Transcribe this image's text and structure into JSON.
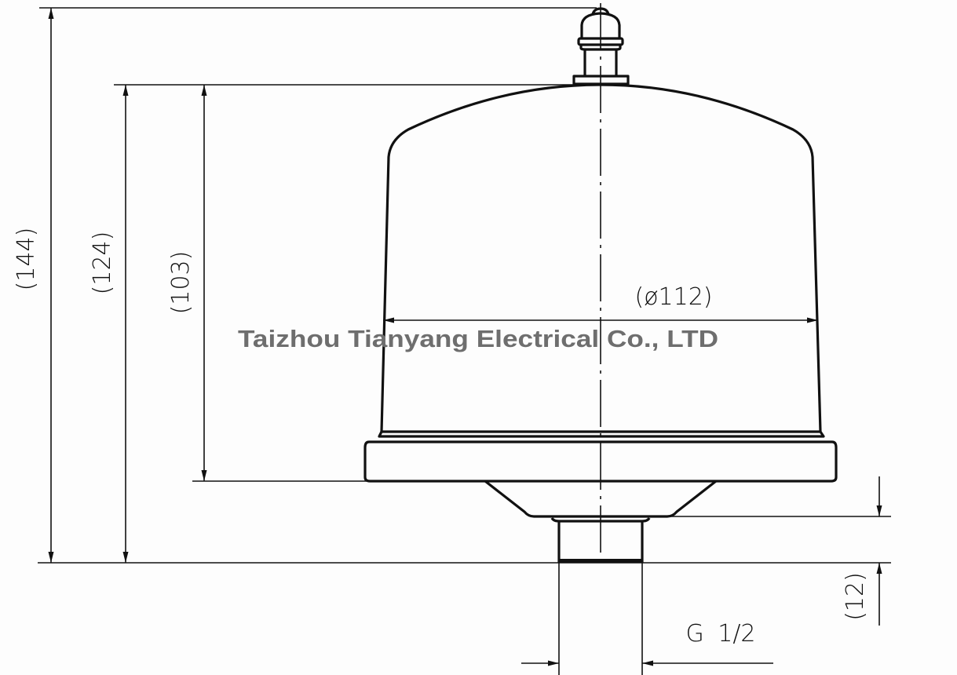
{
  "dimensions": {
    "overall_height": "(144)",
    "body_height": "(124)",
    "dome_height": "(103)",
    "diameter": "(ø112)",
    "thread_length": "(12)",
    "thread": "G 1/2"
  },
  "watermark": "Taizhou Tianyang Electrical Co., LTD"
}
